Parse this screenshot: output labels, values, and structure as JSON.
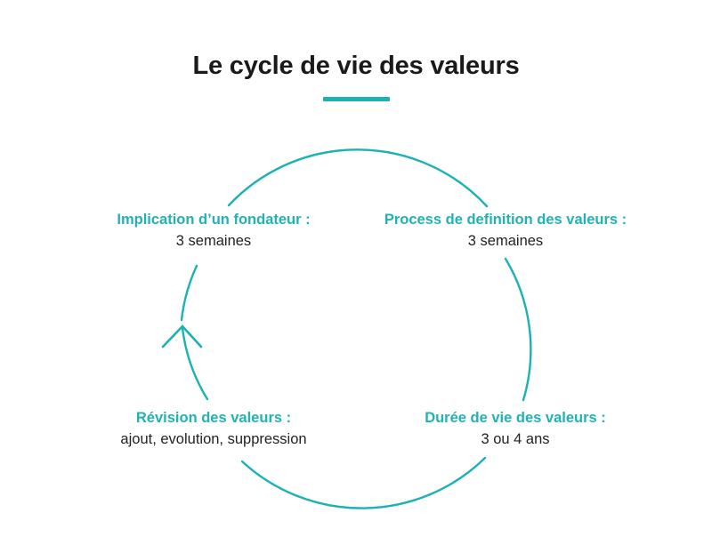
{
  "title": {
    "text": "Le cycle de vie des valeurs",
    "underline_color": "#1bb2b5"
  },
  "theme": {
    "accent": "#1bb2b5",
    "label_color": "#21b2b5",
    "value_color": "#232323",
    "background": "#ffffff"
  },
  "diagram": {
    "type": "cycle",
    "direction": "clockwise",
    "arrow_position": "left",
    "nodes": [
      {
        "id": "founder",
        "label": "Implication d’un fondateur  :",
        "value": "3 semaines",
        "position": "top-left"
      },
      {
        "id": "process",
        "label": "Process de definition des valeurs  :",
        "value": "3 semaines",
        "position": "top-right"
      },
      {
        "id": "lifespan",
        "label": "Durée de vie des valeurs :",
        "value": "3 ou 4 ans",
        "position": "bottom-right"
      },
      {
        "id": "revision",
        "label": "Révision des valeurs :",
        "value": "ajout, evolution, suppression",
        "position": "bottom-left"
      }
    ]
  }
}
